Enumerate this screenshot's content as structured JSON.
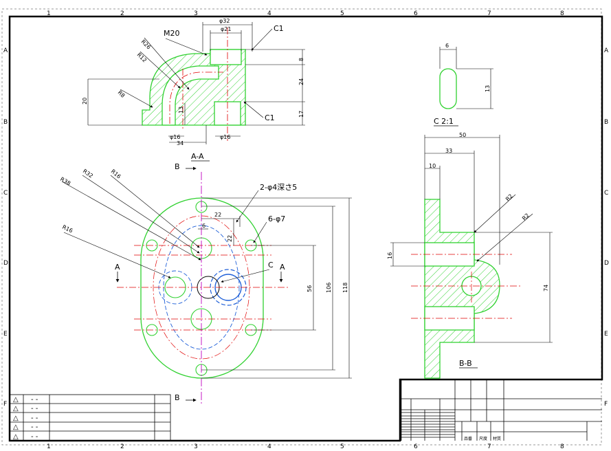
{
  "zones": {
    "columns": [
      "1",
      "2",
      "3",
      "4",
      "5",
      "6",
      "7",
      "8"
    ],
    "rows": [
      "A",
      "B",
      "C",
      "D",
      "E",
      "F"
    ]
  },
  "section_aa": {
    "title": "A-A",
    "labels": [
      "M20",
      "C1",
      "C1"
    ],
    "dims": [
      "φ32",
      "φ21",
      "R26",
      "R12",
      "R8",
      "20",
      "13",
      "φ16",
      "34",
      "φ16",
      "8",
      "24",
      "17"
    ]
  },
  "view_c": {
    "title": "C 2:1",
    "dims": [
      "6",
      "13"
    ]
  },
  "front_view": {
    "notes": [
      "2-φ4深さ5",
      "6-φ7",
      "C"
    ],
    "cut_marks": [
      "B",
      "B",
      "A",
      "A"
    ],
    "dims": [
      "R38",
      "R32",
      "R16",
      "R16",
      "22",
      "6",
      "22",
      "56",
      "106",
      "118"
    ]
  },
  "section_bb": {
    "title": "B-B",
    "dims": [
      "50",
      "33",
      "10",
      "R2",
      "R2",
      "16",
      "74"
    ]
  },
  "revision_table": {
    "symbol": "△",
    "dash": "- -"
  },
  "title_block": {
    "labels": [
      "品番",
      "尺度",
      "材質"
    ]
  },
  "colors": {
    "outline": "#2fd12f",
    "centerline": "#e00000",
    "hidden": "#1e5fd8",
    "cutting_plane": "#c000c0",
    "dimension": "#000000"
  }
}
